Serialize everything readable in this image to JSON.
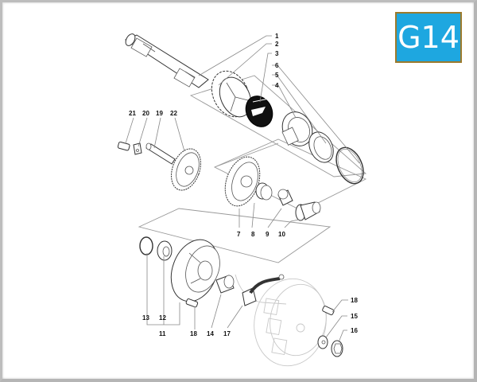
{
  "badge": {
    "code": "G14",
    "background": "#1ea7e0",
    "border": "#9c7a2c",
    "text_color": "#ffffff"
  },
  "diagram": {
    "type": "exploded parts view",
    "callouts": [
      {
        "id": "1",
        "label": "1"
      },
      {
        "id": "2",
        "label": "2"
      },
      {
        "id": "3",
        "label": "3"
      },
      {
        "id": "4",
        "label": "4"
      },
      {
        "id": "5",
        "label": "5"
      },
      {
        "id": "6",
        "label": "6"
      },
      {
        "id": "7",
        "label": "7"
      },
      {
        "id": "8",
        "label": "8"
      },
      {
        "id": "9",
        "label": "9"
      },
      {
        "id": "10",
        "label": "10"
      },
      {
        "id": "11",
        "label": "11"
      },
      {
        "id": "12",
        "label": "12"
      },
      {
        "id": "13",
        "label": "13"
      },
      {
        "id": "14",
        "label": "14"
      },
      {
        "id": "15",
        "label": "15"
      },
      {
        "id": "16",
        "label": "16"
      },
      {
        "id": "17",
        "label": "17"
      },
      {
        "id": "18a",
        "label": "18"
      },
      {
        "id": "18b",
        "label": "18"
      },
      {
        "id": "19",
        "label": "19"
      },
      {
        "id": "20",
        "label": "20"
      },
      {
        "id": "21",
        "label": "21"
      },
      {
        "id": "22",
        "label": "22"
      }
    ]
  }
}
